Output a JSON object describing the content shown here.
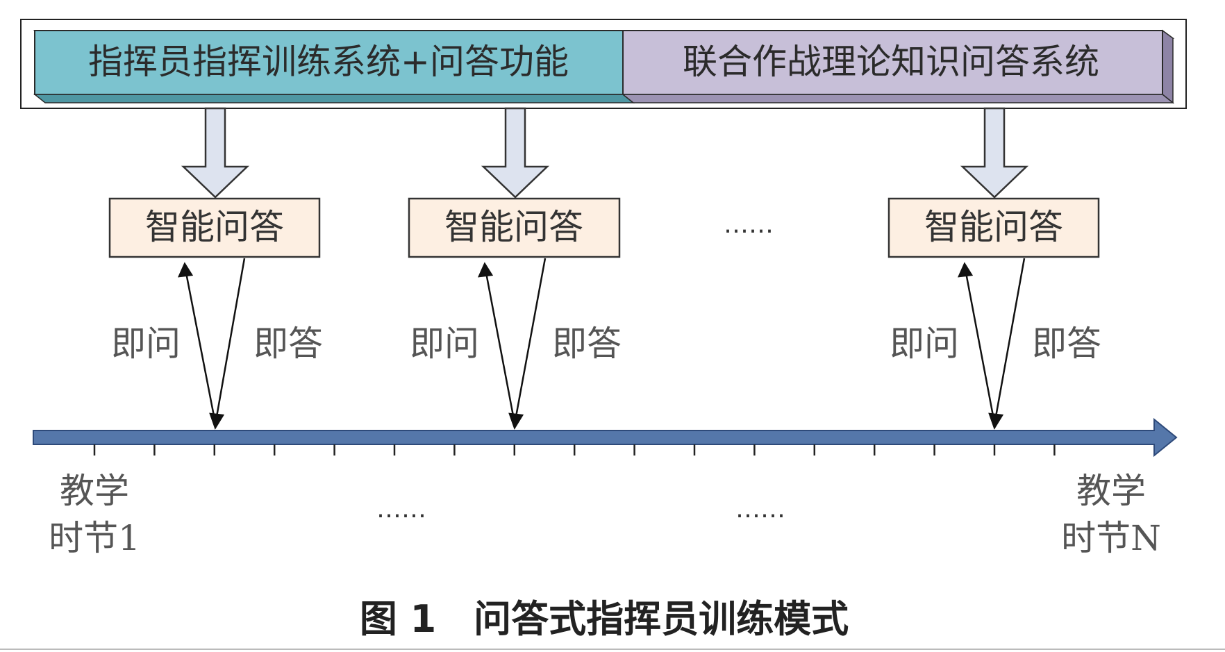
{
  "top_bar": {
    "left_label": "指挥员指挥训练系统+问答功能",
    "right_label": "联合作战理论知识问答系统",
    "left_color": "#7cc3cf",
    "right_color": "#c7bfd8"
  },
  "qa_boxes": [
    {
      "label": "智能问答",
      "ask": "即问",
      "answer": "即答"
    },
    {
      "label": "智能问答",
      "ask": "即问",
      "answer": "即答"
    },
    {
      "label": "智能问答",
      "ask": "即问",
      "answer": "即答"
    }
  ],
  "ellipsis": "……",
  "timeline": {
    "start_label_line1": "教学",
    "start_label_line2": "时节1",
    "end_label_line1": "教学",
    "end_label_line2": "时节N",
    "ellipsis_left": "……",
    "ellipsis_right": "……",
    "color": "#5577aa"
  },
  "caption": "图 1　问答式指挥员训练模式"
}
